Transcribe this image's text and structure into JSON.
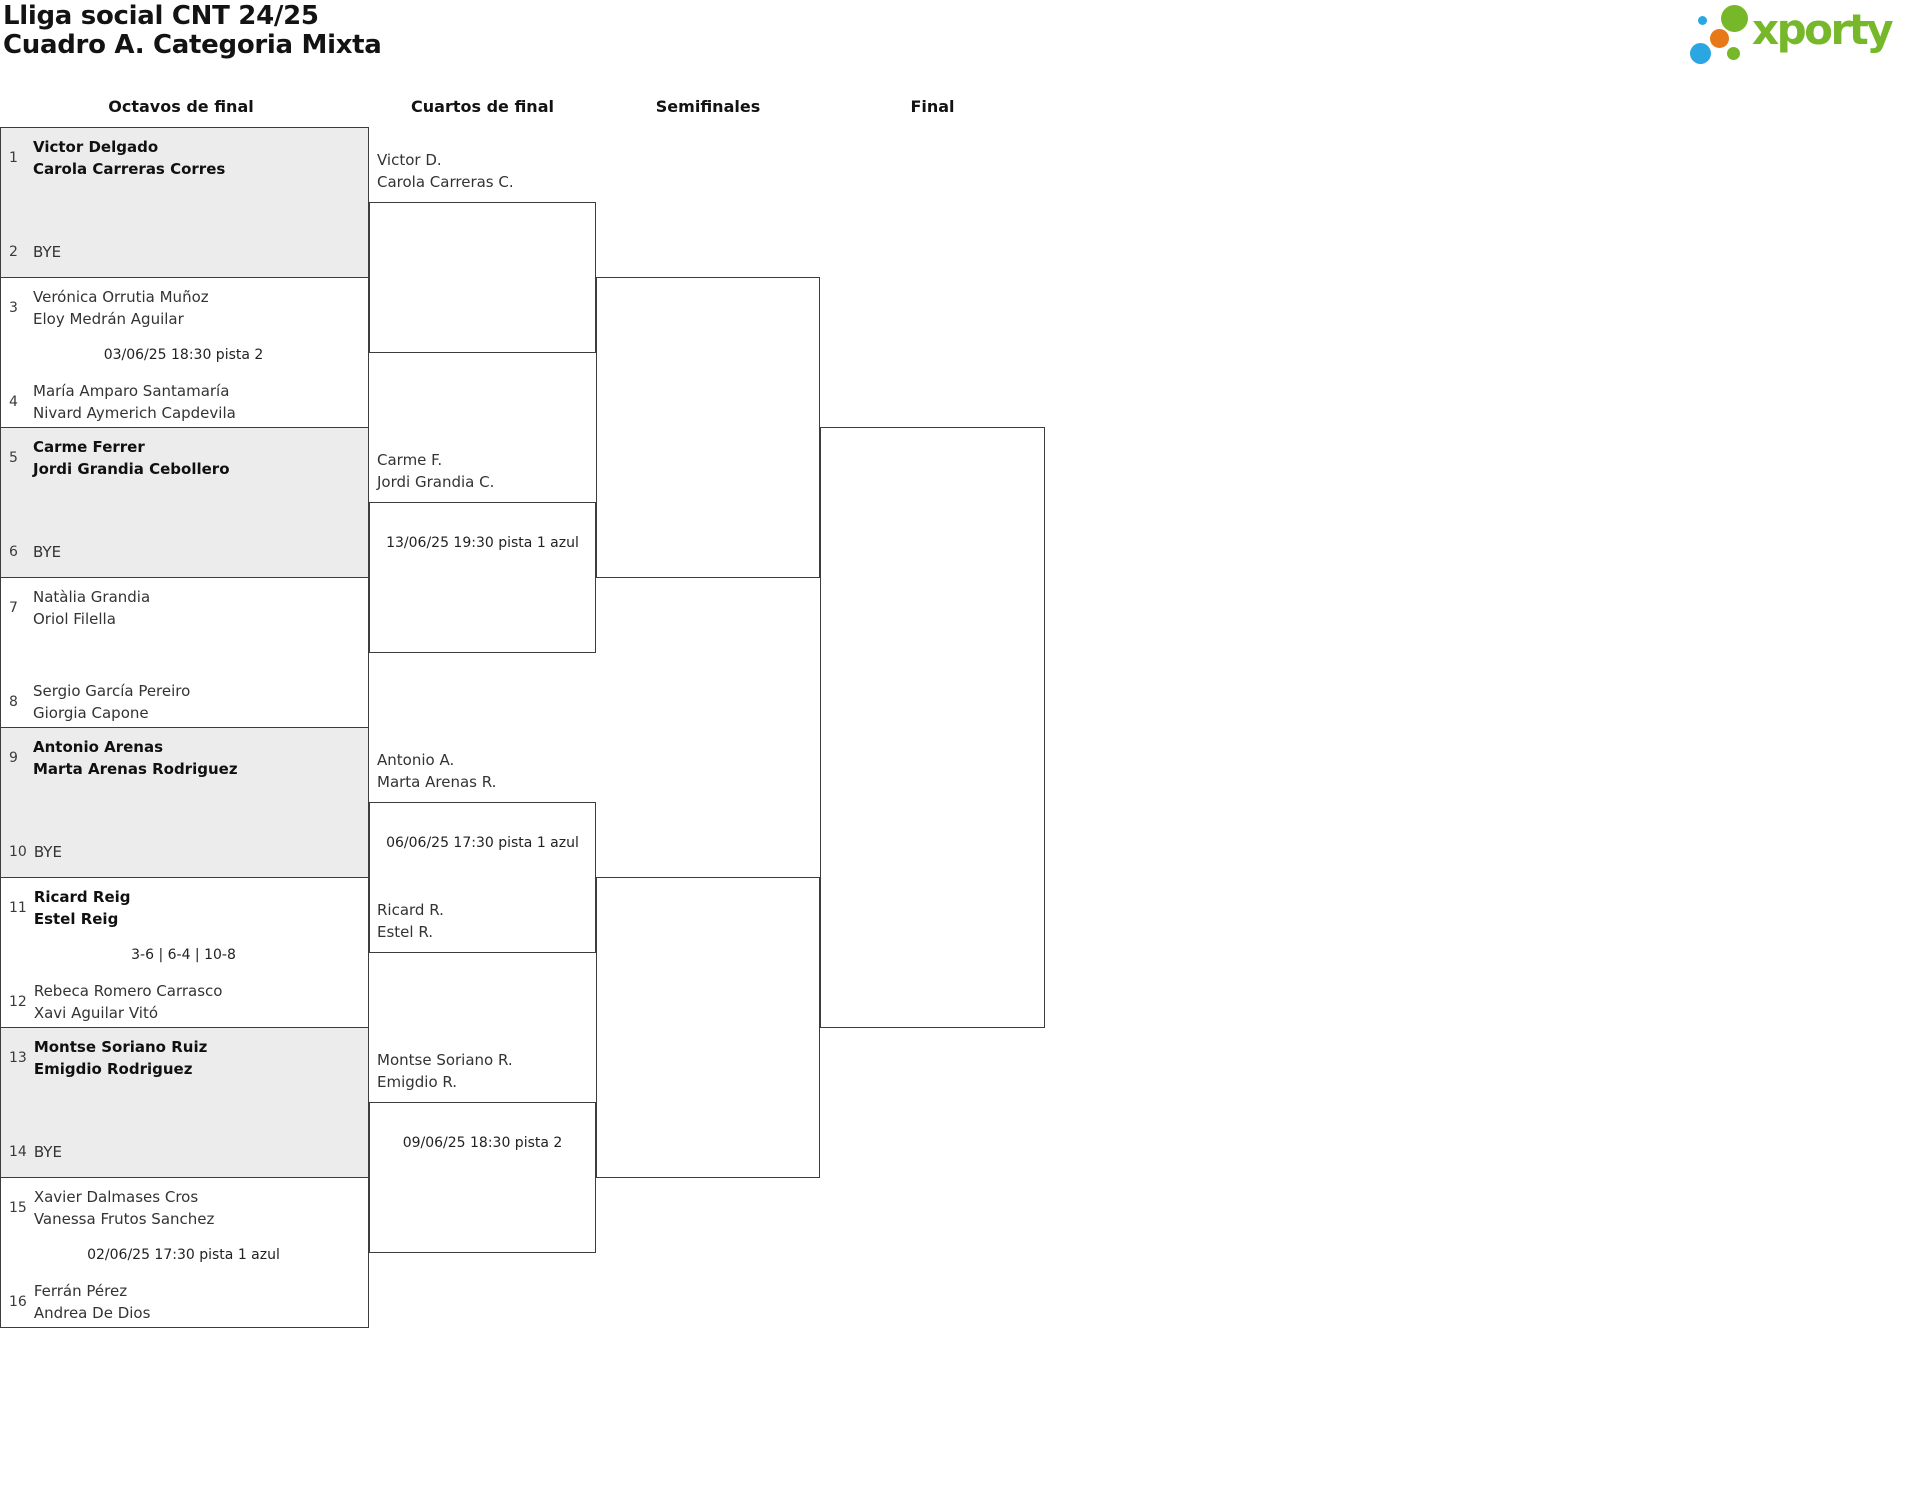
{
  "header": {
    "title_line1": "Lliga social CNT 24/25",
    "title_line2": "Cuadro A. Categoria Mixta"
  },
  "logo": {
    "text": "xporty",
    "green": "#76b82a",
    "blue": "#2aa7e2",
    "orange": "#e87918"
  },
  "rounds": [
    "Octavos de final",
    "Cuartos de final",
    "Semifinales",
    "Final"
  ],
  "bracket": {
    "round_of_16": [
      {
        "gray": true,
        "top": {
          "seed": "1",
          "lines": [
            "Victor Delgado",
            "Carola Carreras Corres"
          ],
          "winner": true
        },
        "center": "",
        "bottom": {
          "seed": "2",
          "lines": [
            "BYE"
          ],
          "winner": false
        }
      },
      {
        "gray": false,
        "top": {
          "seed": "3",
          "lines": [
            "Verónica Orrutia Muñoz",
            "Eloy Medrán Aguilar"
          ],
          "winner": false
        },
        "center": "03/06/25 18:30 pista 2",
        "bottom": {
          "seed": "4",
          "lines": [
            "María Amparo Santamaría",
            "Nivard Aymerich Capdevila"
          ],
          "winner": false
        }
      },
      {
        "gray": true,
        "top": {
          "seed": "5",
          "lines": [
            "Carme Ferrer",
            "Jordi Grandia Cebollero"
          ],
          "winner": true
        },
        "center": "",
        "bottom": {
          "seed": "6",
          "lines": [
            "BYE"
          ],
          "winner": false
        }
      },
      {
        "gray": false,
        "top": {
          "seed": "7",
          "lines": [
            "Natàlia Grandia",
            "Oriol Filella"
          ],
          "winner": false
        },
        "center": "",
        "bottom": {
          "seed": "8",
          "lines": [
            "Sergio García Pereiro",
            "Giorgia Capone"
          ],
          "winner": false
        }
      },
      {
        "gray": true,
        "top": {
          "seed": "9",
          "lines": [
            "Antonio Arenas",
            "Marta Arenas Rodriguez"
          ],
          "winner": true
        },
        "center": "",
        "bottom": {
          "seed": "10",
          "lines": [
            "BYE"
          ],
          "winner": false
        }
      },
      {
        "gray": false,
        "top": {
          "seed": "11",
          "lines": [
            "Ricard Reig",
            "Estel Reig"
          ],
          "winner": true
        },
        "center": "3-6 | 6-4 | 10-8",
        "bottom": {
          "seed": "12",
          "lines": [
            "Rebeca Romero Carrasco",
            "Xavi Aguilar Vitó"
          ],
          "winner": false
        }
      },
      {
        "gray": true,
        "top": {
          "seed": "13",
          "lines": [
            "Montse Soriano Ruiz",
            "Emigdio Rodriguez"
          ],
          "winner": true
        },
        "center": "",
        "bottom": {
          "seed": "14",
          "lines": [
            "BYE"
          ],
          "winner": false
        }
      },
      {
        "gray": false,
        "top": {
          "seed": "15",
          "lines": [
            "Xavier Dalmases Cros",
            "Vanessa Frutos Sanchez"
          ],
          "winner": false
        },
        "center": "02/06/25 17:30 pista 1 azul",
        "bottom": {
          "seed": "16",
          "lines": [
            "Ferrán Pérez",
            "Andrea De Dios"
          ],
          "winner": false
        }
      }
    ],
    "quarterfinals": [
      {
        "top": [
          "Victor D.",
          "Carola Carreras C."
        ],
        "bottom": null,
        "date": ""
      },
      {
        "top": [
          "Carme F.",
          "Jordi Grandia C."
        ],
        "bottom": null,
        "date": "13/06/25 19:30 pista 1 azul"
      },
      {
        "top": [
          "Antonio A.",
          "Marta Arenas R."
        ],
        "bottom": [
          "Ricard R.",
          "Estel R."
        ],
        "date": "06/06/25 17:30 pista 1 azul"
      },
      {
        "top": [
          "Montse Soriano R.",
          "Emigdio R."
        ],
        "bottom": null,
        "date": "09/06/25 18:30 pista 2"
      }
    ],
    "semifinals": [
      {},
      {}
    ],
    "final": [
      {}
    ]
  }
}
